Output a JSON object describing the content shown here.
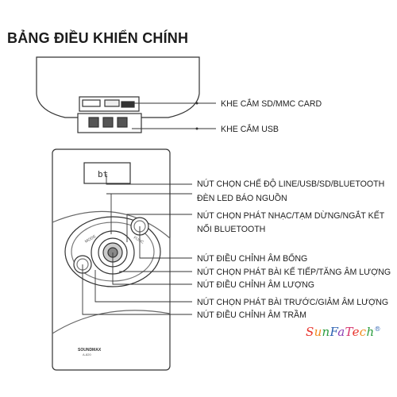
{
  "title": "BẢNG ĐIỀU KHIỂN CHÍNH",
  "device": {
    "display_text": "bt",
    "brand": "SOUNDMAX",
    "model": "A-820",
    "knob_left_text": "MODE",
    "knob_right_text": "FUNC"
  },
  "labels": {
    "sd_card": "KHE CẮM SD/MMC CARD",
    "usb": "KHE CẮM USB",
    "mode_button": "NÚT CHỌN CHẾ ĐỘ LINE/USB/SD/BLUETOOTH",
    "power_led": "ĐÈN LED BÁO NGUỒN",
    "play_line1": "NÚT CHỌN PHÁT NHẠC/TẠM DỪNG/NGẮT KẾT",
    "play_line2": "NỐI BLUETOOTH",
    "treble": "NÚT ĐIỀU CHỈNH ÂM BỔNG",
    "next": "NÚT CHỌN PHÁT BÀI KẾ TIẾP/TĂNG ÂM LƯỢNG",
    "volume": "NÚT ĐIỀU CHỈNH ÂM LƯỢNG",
    "prev": "NÚT CHỌN PHÁT BÀI TRƯỚC/GIẢM ÂM LƯỢNG",
    "bass": "NÚT ĐIỀU CHỈNH ÂM TRẦM"
  },
  "watermark": {
    "text": "SunFaTech",
    "mark": "®",
    "colors": [
      "#e8322b",
      "#f18a1c",
      "#2a9d3e",
      "#2a5fb0",
      "#8b3fb5",
      "#d6336c"
    ]
  }
}
